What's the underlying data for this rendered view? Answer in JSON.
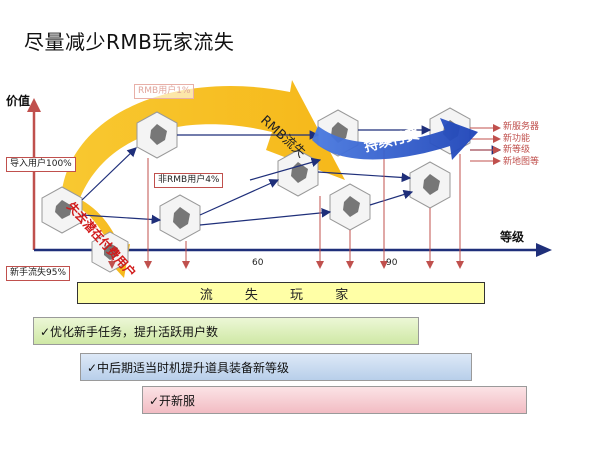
{
  "title": "尽量减少RMB玩家流失",
  "axis": {
    "y_label": "价值",
    "x_label": "等级",
    "tick_60": "60",
    "tick_90": "90"
  },
  "boxes": {
    "import_users": "导入用户100%",
    "newbie_churn": "新手流失95%",
    "rmb_users": "RMB用户1%",
    "non_rmb_users": "非RMB用户4%"
  },
  "arrows": {
    "potential_payers": "失去潜在付费用户",
    "rmb_churn": "RMB流失",
    "continued_payment": "持续付费"
  },
  "right_list": [
    "新服务器",
    "新功能",
    "新等级",
    "新地图等"
  ],
  "churn_bar": "流 失 玩 家",
  "strategies": [
    "✓优化新手任务，提升活跃用户数",
    "✓中后期适当时机提升道具装备新等级",
    "✓开新服"
  ],
  "colors": {
    "accent_red": "#c0504d",
    "gold": "#f2b705",
    "blue": "#2e5bd1",
    "navy": "#1f2f7a",
    "yellow_bar": "#ffffa6"
  }
}
